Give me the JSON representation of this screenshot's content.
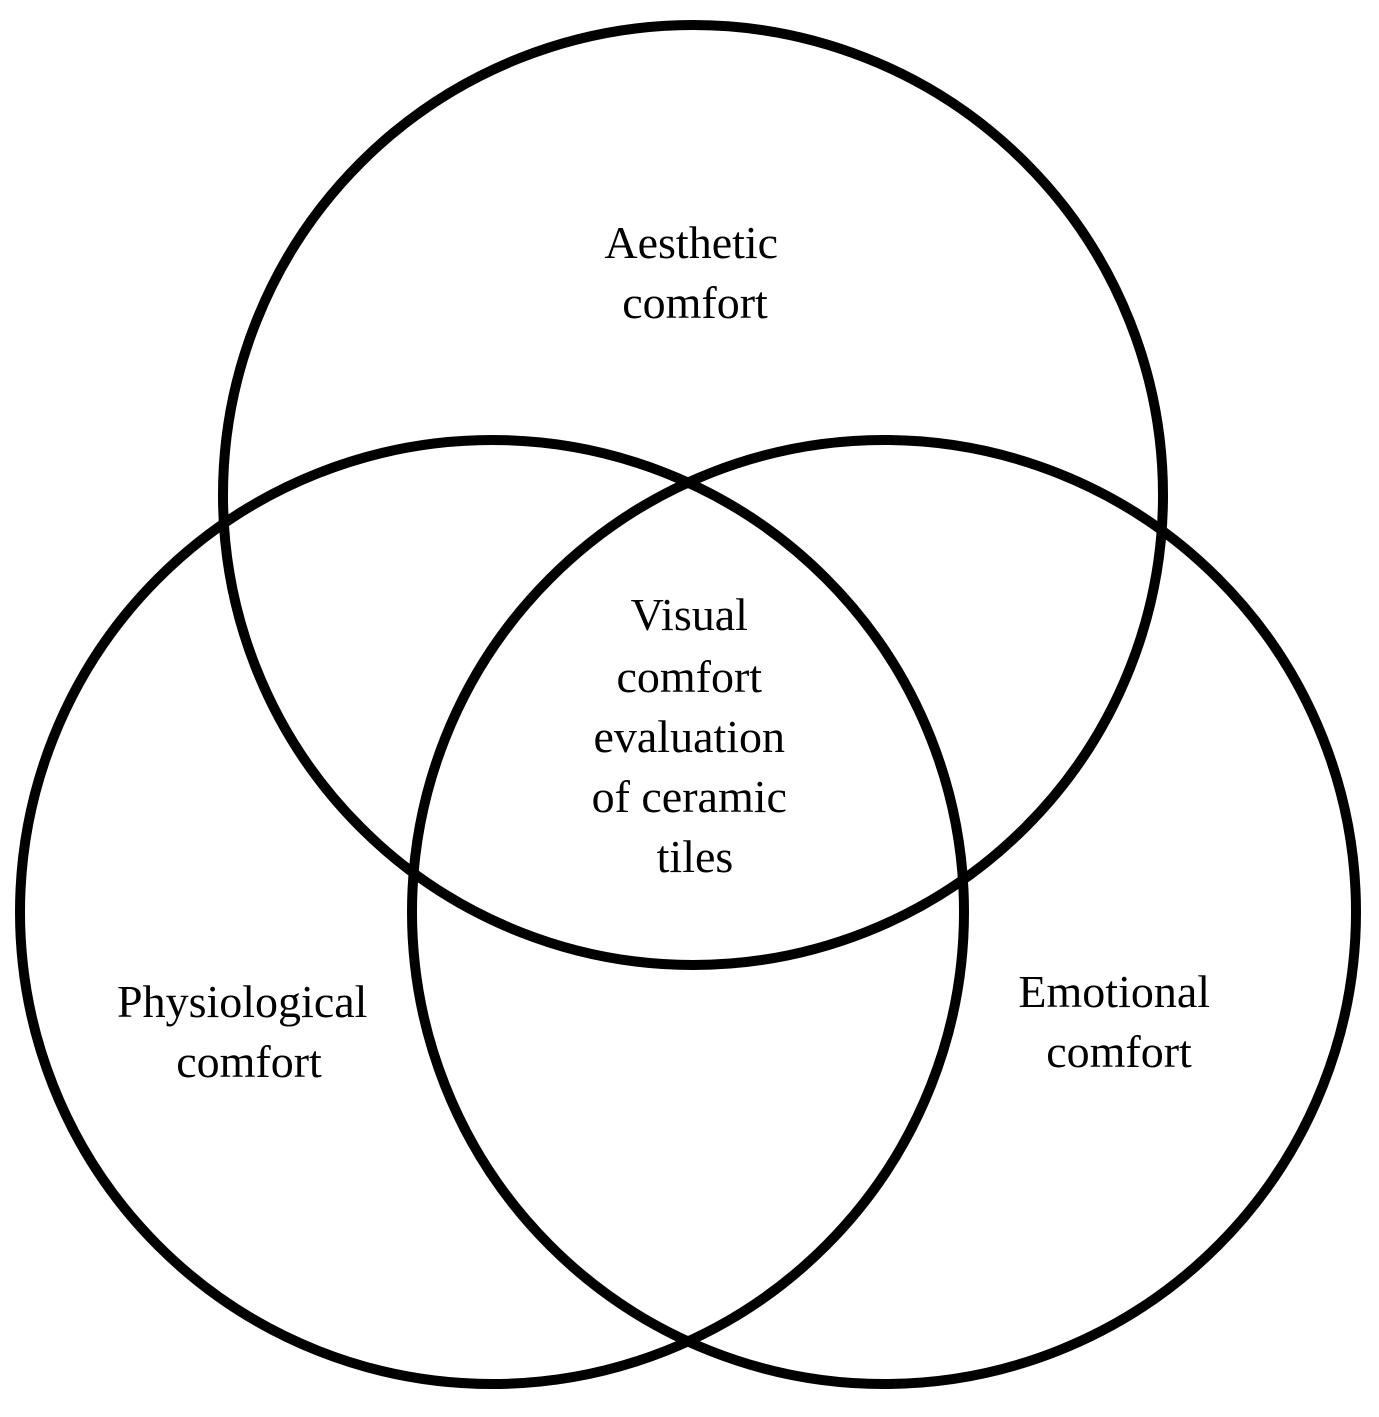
{
  "diagram": {
    "type": "venn",
    "line_color": "#000000",
    "background_color": "#ffffff",
    "sets": [
      {
        "id": "aesthetic",
        "lines": [
          "Aesthetic",
          "comfort"
        ]
      },
      {
        "id": "physiological",
        "lines": [
          "Physiological",
          "comfort"
        ]
      },
      {
        "id": "emotional",
        "lines": [
          "Emotional",
          "comfort"
        ]
      }
    ],
    "center": {
      "lines": [
        "Visual",
        "comfort",
        "evaluation",
        "of ceramic",
        "tiles"
      ]
    }
  }
}
